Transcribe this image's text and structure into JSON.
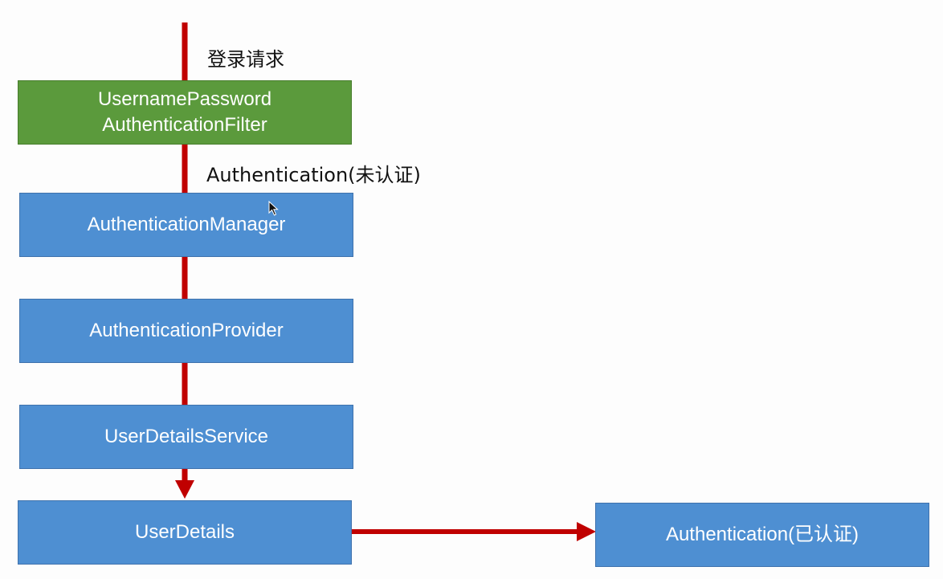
{
  "labels": {
    "login_request": "登录请求",
    "unauthenticated": "Authentication(未认证)"
  },
  "nodes": {
    "filter": "UsernamePassword\nAuthenticationFilter",
    "manager": "AuthenticationManager",
    "provider": "AuthenticationProvider",
    "service": "UserDetailsService",
    "details": "UserDetails",
    "authenticated": "Authentication(已认证)"
  },
  "colors": {
    "arrow": "#c00000",
    "box_blue": "#4e8fd2",
    "box_green": "#5b9a3c"
  }
}
